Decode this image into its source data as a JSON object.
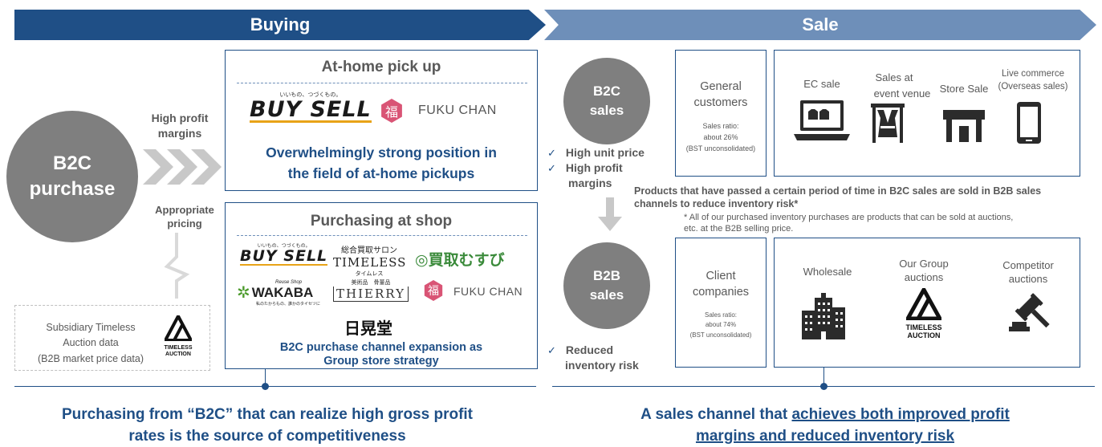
{
  "banners": {
    "buying": "Buying",
    "sale": "Sale"
  },
  "buying": {
    "b2c_purchase": {
      "line1": "B2C",
      "line2": "purchase"
    },
    "high_profit": {
      "line1": "High profit",
      "line2": "margins"
    },
    "appropriate": {
      "line1": "Appropriate",
      "line2": "pricing"
    },
    "subsidiary": {
      "line1": "Subsidiary Timeless",
      "line2": "Auction data",
      "line3": "(B2B market price data)"
    },
    "timeless_logo": {
      "line1": "TIMELESS",
      "line2": "AUCTION"
    },
    "at_home": {
      "title": "At-home pick up",
      "buysell_tag": "いいもの、つづくもの。",
      "buysell": "BUY SELL",
      "fuku_kanji": "福",
      "fuku": "FUKU CHAN",
      "desc_line1": "Overwhelmingly strong position in",
      "desc_line2": "the field of at-home pickups"
    },
    "shop": {
      "title": "Purchasing at shop",
      "buysell_tag": "いいもの、つづくもの。",
      "buysell": "BUY SELL",
      "timeless_top": "総合買取サロン",
      "timeless": "TIMELESS",
      "timeless_kana": "タイムレス",
      "musubi_mark": "◎",
      "musubi": "買取むすび",
      "wakaba_tag": "Reuse Shop",
      "wakaba": "WAKABA",
      "wakaba_sub": "私のたからもの、誰かのタイセツに",
      "thierry_top": "美術品　骨董品",
      "thierry": "THIERRY",
      "fuku_kanji": "福",
      "fuku": "FUKU CHAN",
      "nikkodo": "日晃堂",
      "desc_line1": "B2C purchase channel expansion as",
      "desc_line2": "Group store strategy"
    },
    "bottom": {
      "line1": "Purchasing from “B2C” that can realize high gross profit",
      "line2": "rates is the source of competitiveness"
    }
  },
  "sale": {
    "b2c_sales": {
      "line1": "B2C",
      "line2": "sales"
    },
    "b2c_checks": [
      "High unit price",
      "High profit",
      "margins"
    ],
    "general": {
      "line1": "General",
      "line2": "customers",
      "ratio1": "Sales ratio:",
      "ratio2": "about 26%",
      "ratio3": "(BST unconsolidated)"
    },
    "channels": {
      "ec": "EC sale",
      "event_line1": "Sales at",
      "event_line2": "event venue",
      "store": "Store Sale",
      "live_line1": "Live commerce",
      "live_line2": "(Overseas sales)"
    },
    "transfer_line1": "Products that have passed a certain period of time in B2C sales are sold in B2B sales",
    "transfer_line2": "channels to reduce inventory risk*",
    "note_line1": "* All of our purchased inventory purchases are products that can be sold at auctions,",
    "note_line2": "etc. at the B2B selling price.",
    "b2b_sales": {
      "line1": "B2B",
      "line2": "sales"
    },
    "b2b_checks": [
      "Reduced",
      "inventory risk"
    ],
    "client": {
      "line1": "Client",
      "line2": "companies",
      "ratio1": "Sales ratio:",
      "ratio2": "about 74%",
      "ratio3": "(BST unconsolidated)"
    },
    "b2b_channels": {
      "wholesale": "Wholesale",
      "group_line1": "Our Group",
      "group_line2": "auctions",
      "timeless_line1": "TIMELESS",
      "timeless_line2": "AUCTION",
      "comp_line1": "Competitor",
      "comp_line2": "auctions"
    },
    "bottom": {
      "line1a": "A sales channel that ",
      "line1b": "achieves both improved profit",
      "line2": "margins and reduced inventory risk"
    }
  },
  "colors": {
    "navy": "#1f4f86",
    "light_blue": "#6e8fb9",
    "gray": "#7f7f7f",
    "accent": "#e8a317",
    "pink": "#d95475"
  },
  "icons": [
    "chevrons-icon",
    "lightning-icon",
    "timeless-auction-logo",
    "laptop-icon",
    "kimono-display-icon",
    "store-icon",
    "smartphone-icon",
    "down-arrow-icon",
    "building-icon",
    "gavel-icon",
    "check-icon"
  ]
}
